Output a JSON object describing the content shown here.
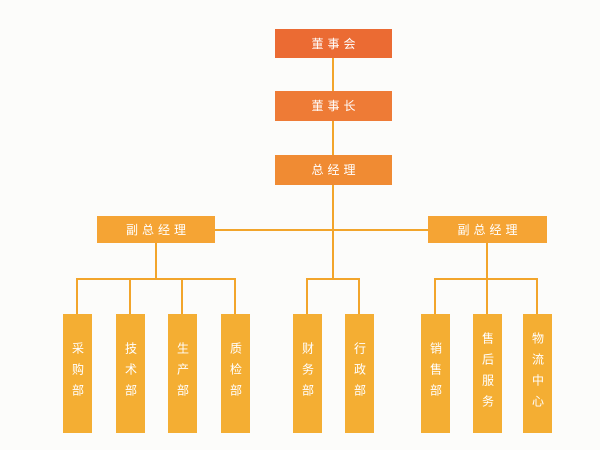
{
  "colors": {
    "background": "#FCFCFA",
    "board": "#EB6B33",
    "chairman": "#EE7B36",
    "general_manager": "#F08B33",
    "deputy": "#F5A434",
    "department": "#F4AE33",
    "connector": "#F2A52B",
    "text": "#FFFFFF"
  },
  "org": {
    "type": "org-chart",
    "top": [
      {
        "id": "board",
        "label": "董事会"
      },
      {
        "id": "chairman",
        "label": "董事长"
      },
      {
        "id": "general-manager",
        "label": "总经理"
      }
    ],
    "deputies": [
      {
        "id": "deputy-left",
        "label": "副总经理"
      },
      {
        "id": "deputy-right",
        "label": "副总经理"
      }
    ],
    "groups": {
      "left": {
        "parent": "deputy-left",
        "departments": [
          "采购部",
          "技术部",
          "生产部",
          "质检部"
        ]
      },
      "middle": {
        "parent": "general-manager",
        "departments": [
          "财务部",
          "行政部"
        ]
      },
      "right": {
        "parent": "deputy-right",
        "departments": [
          "销售部",
          "售后服务",
          "物流中心"
        ]
      }
    }
  }
}
